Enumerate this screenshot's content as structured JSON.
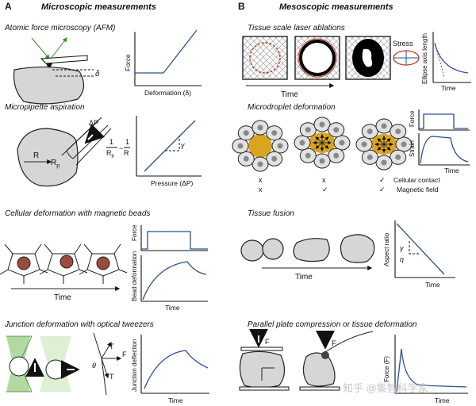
{
  "panel_a": {
    "letter": "A",
    "title": "Microscopic measurements",
    "afm": {
      "title": "Atomic force microscopy (AFM)",
      "delta": "δ",
      "ylabel": "Force",
      "xlabel": "Deformation (δ)"
    },
    "pipette": {
      "title": "Micropipette aspiration",
      "dp": "ΔP",
      "R": "R",
      "Rp": "R",
      "Rp_sub": "p",
      "frac1": "1",
      "frac1_den": "R",
      "frac1_den_sub": "p",
      "minus": "−",
      "frac2": "1",
      "frac2_den": "R",
      "gamma": "γ",
      "xlabel": "Pressure (ΔP)"
    },
    "beads": {
      "title": "Cellular deformation with magnetic beads",
      "time": "Time",
      "force": "Force",
      "bead": "Bead deformation",
      "ctime": "Time"
    },
    "tweezers": {
      "title": "Junction deformation with optical tweezers",
      "T1": "T",
      "T2": "T",
      "theta": "θ",
      "F": "F",
      "ylabel": "Junction deflection",
      "xlabel": "Time"
    }
  },
  "panel_b": {
    "letter": "B",
    "title": "Mesoscopic measurements",
    "ablation": {
      "title": "Tissue scale laser ablations",
      "time": "Time",
      "stress": "Stress",
      "ylabel": "Ellipse axis length",
      "xlabel": "Time"
    },
    "droplet": {
      "title": "Microdroplet deformation",
      "force": "Force",
      "strain": "Strain",
      "xlabel": "Time",
      "marks_col1": [
        "x",
        "x"
      ],
      "marks_col2": [
        "x",
        "✓"
      ],
      "marks_col3": [
        "✓",
        "✓"
      ],
      "row_labels": [
        "Cellular contact",
        "Magnetic field"
      ]
    },
    "fusion": {
      "title": "Tissue fusion",
      "time": "Time",
      "ylabel": "Aspect ratio",
      "xlabel": "Time",
      "gamma": "γ",
      "eta": "η"
    },
    "compression": {
      "title": "Parallel plate compression or tissue deformation",
      "F1": "F",
      "F2": "F",
      "ylabel": "Force (F)",
      "xlabel": "Time"
    }
  },
  "watermark": "知乎 @集智科学家",
  "colors": {
    "curve": "#2c4f8f",
    "bead": "#9b4a3e",
    "droplet": "#d9a520",
    "ring": "#c23b2a",
    "ellipse": "#2c4f8f",
    "beam": "#9fcf8a"
  }
}
